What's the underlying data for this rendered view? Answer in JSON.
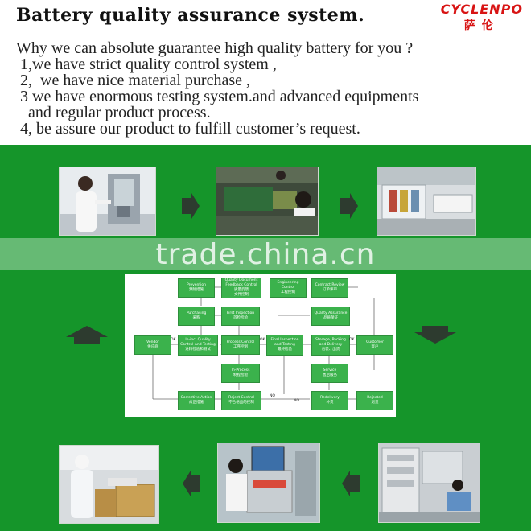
{
  "header": {
    "title": "Battery quality assurance system.",
    "brand_name": "CYCLENPO",
    "brand_cn": "萨伦"
  },
  "body_lines": [
    "Why we can absolute guarantee high quality battery for you ?",
    " 1,we have strict quality control system ,",
    " 2,  we have nice material purchase ,",
    " 3 we have enormous testing system.and advanced equipments",
    "   and regular product process.",
    " 4, be assure our product to fulfill customer’s request."
  ],
  "watermark": "trade.china.cn",
  "flowchart": {
    "boxes": {
      "prevention": "Prevention\n预防措施",
      "quality_doc": "Quality Document\nFeedback Control\n质量反馈\n文件控制",
      "engineering": "Engineering\nControl\n工程控制",
      "contract": "Contract Review\n订单评审",
      "purchasing": "Purchasing\n采购",
      "first_inspection": "First Inspection\n首检检验",
      "quality_assurance": "Quality Assurance\n品质保证",
      "vendor": "Vendor\n供应商",
      "incoming": "In-inc. Quality\nControl And Testing\n进料检验和测试",
      "process_control": "Process Control\n工序控制",
      "final_inspection": "Final Inspection\nand Testing\n最终检验",
      "storage": "Storage, Packing\nand Delivery\n包装、出货",
      "customer": "Customer\n客户",
      "in_process": "In-Process\n制程检验",
      "service": "Service\n售后服务",
      "corrective": "Corrective Action\n纠正措施",
      "reject_control": "Reject Control\n不合格品的控制",
      "redelivery": "Redelivery\n补货",
      "rejected": "Rejected\n退货"
    },
    "labels": {
      "ok1": "OK",
      "ok2": "OK",
      "ok3": "OK",
      "no1": "NO",
      "no2": "NO"
    }
  },
  "colors": {
    "green_background": "#15952a",
    "brand_red": "#d81414",
    "flow_box": "#3bb24c",
    "arrow": "#2d3b2f"
  },
  "icons": [
    "arrow-right-icon",
    "arrow-down-icon",
    "arrow-up-icon",
    "arrow-left-icon"
  ]
}
